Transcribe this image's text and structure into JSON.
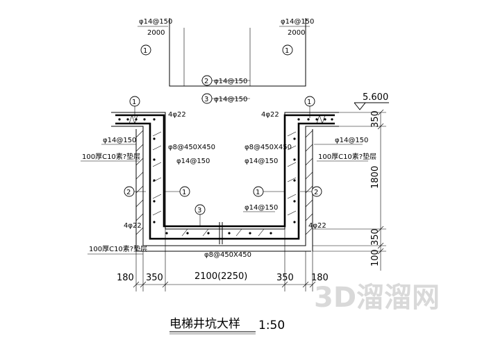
{
  "labels": {
    "bar_top": "φ14@150",
    "bar_spacing_2000": "2000",
    "circ1": "1",
    "circ2": "2",
    "circ3": "3",
    "bar2_label": "φ14@150",
    "bar3_label": "φ14@150",
    "bar_4phi22": "4φ22",
    "stirrup": "φ8@450X450",
    "bottom_bar": "φ14@150",
    "bedding": "100厚C10素?垫层",
    "stirrup_bottom": "φ8@450X450"
  },
  "elevation": "5.600",
  "dims": {
    "d350_top": "350",
    "d1800": "1800",
    "d350_bot": "350",
    "d100": "100",
    "d180_left": "180",
    "d350_left": "350",
    "d2100": "2100(2250)",
    "d350_right": "350",
    "d180_right": "180"
  },
  "title": "电梯井坑大样",
  "scale": "1:50",
  "watermark": "3D溜溜网"
}
